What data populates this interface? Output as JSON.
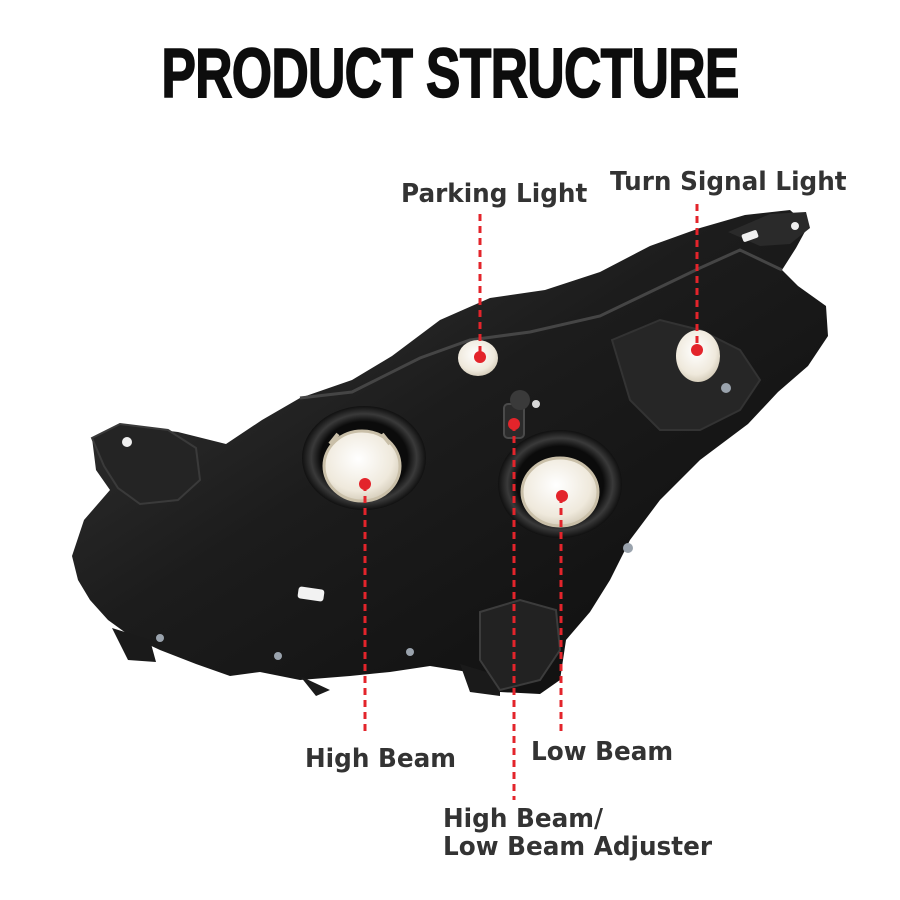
{
  "title": "PRODUCT STRUCTURE",
  "labels": {
    "parking_light": "Parking Light",
    "turn_signal_light": "Turn Signal Light",
    "high_beam": "High Beam",
    "low_beam": "Low Beam",
    "adjuster_line1": "High Beam/",
    "adjuster_line2": "Low Beam Adjuster"
  },
  "colors": {
    "title_text": "#0d0d0d",
    "label_text": "#333333",
    "leader_line": "#e3242b",
    "housing": "#1b1b1b",
    "bulb_socket": "#f4f1ea"
  },
  "icons": {
    "marker": "red-dot-icon"
  }
}
